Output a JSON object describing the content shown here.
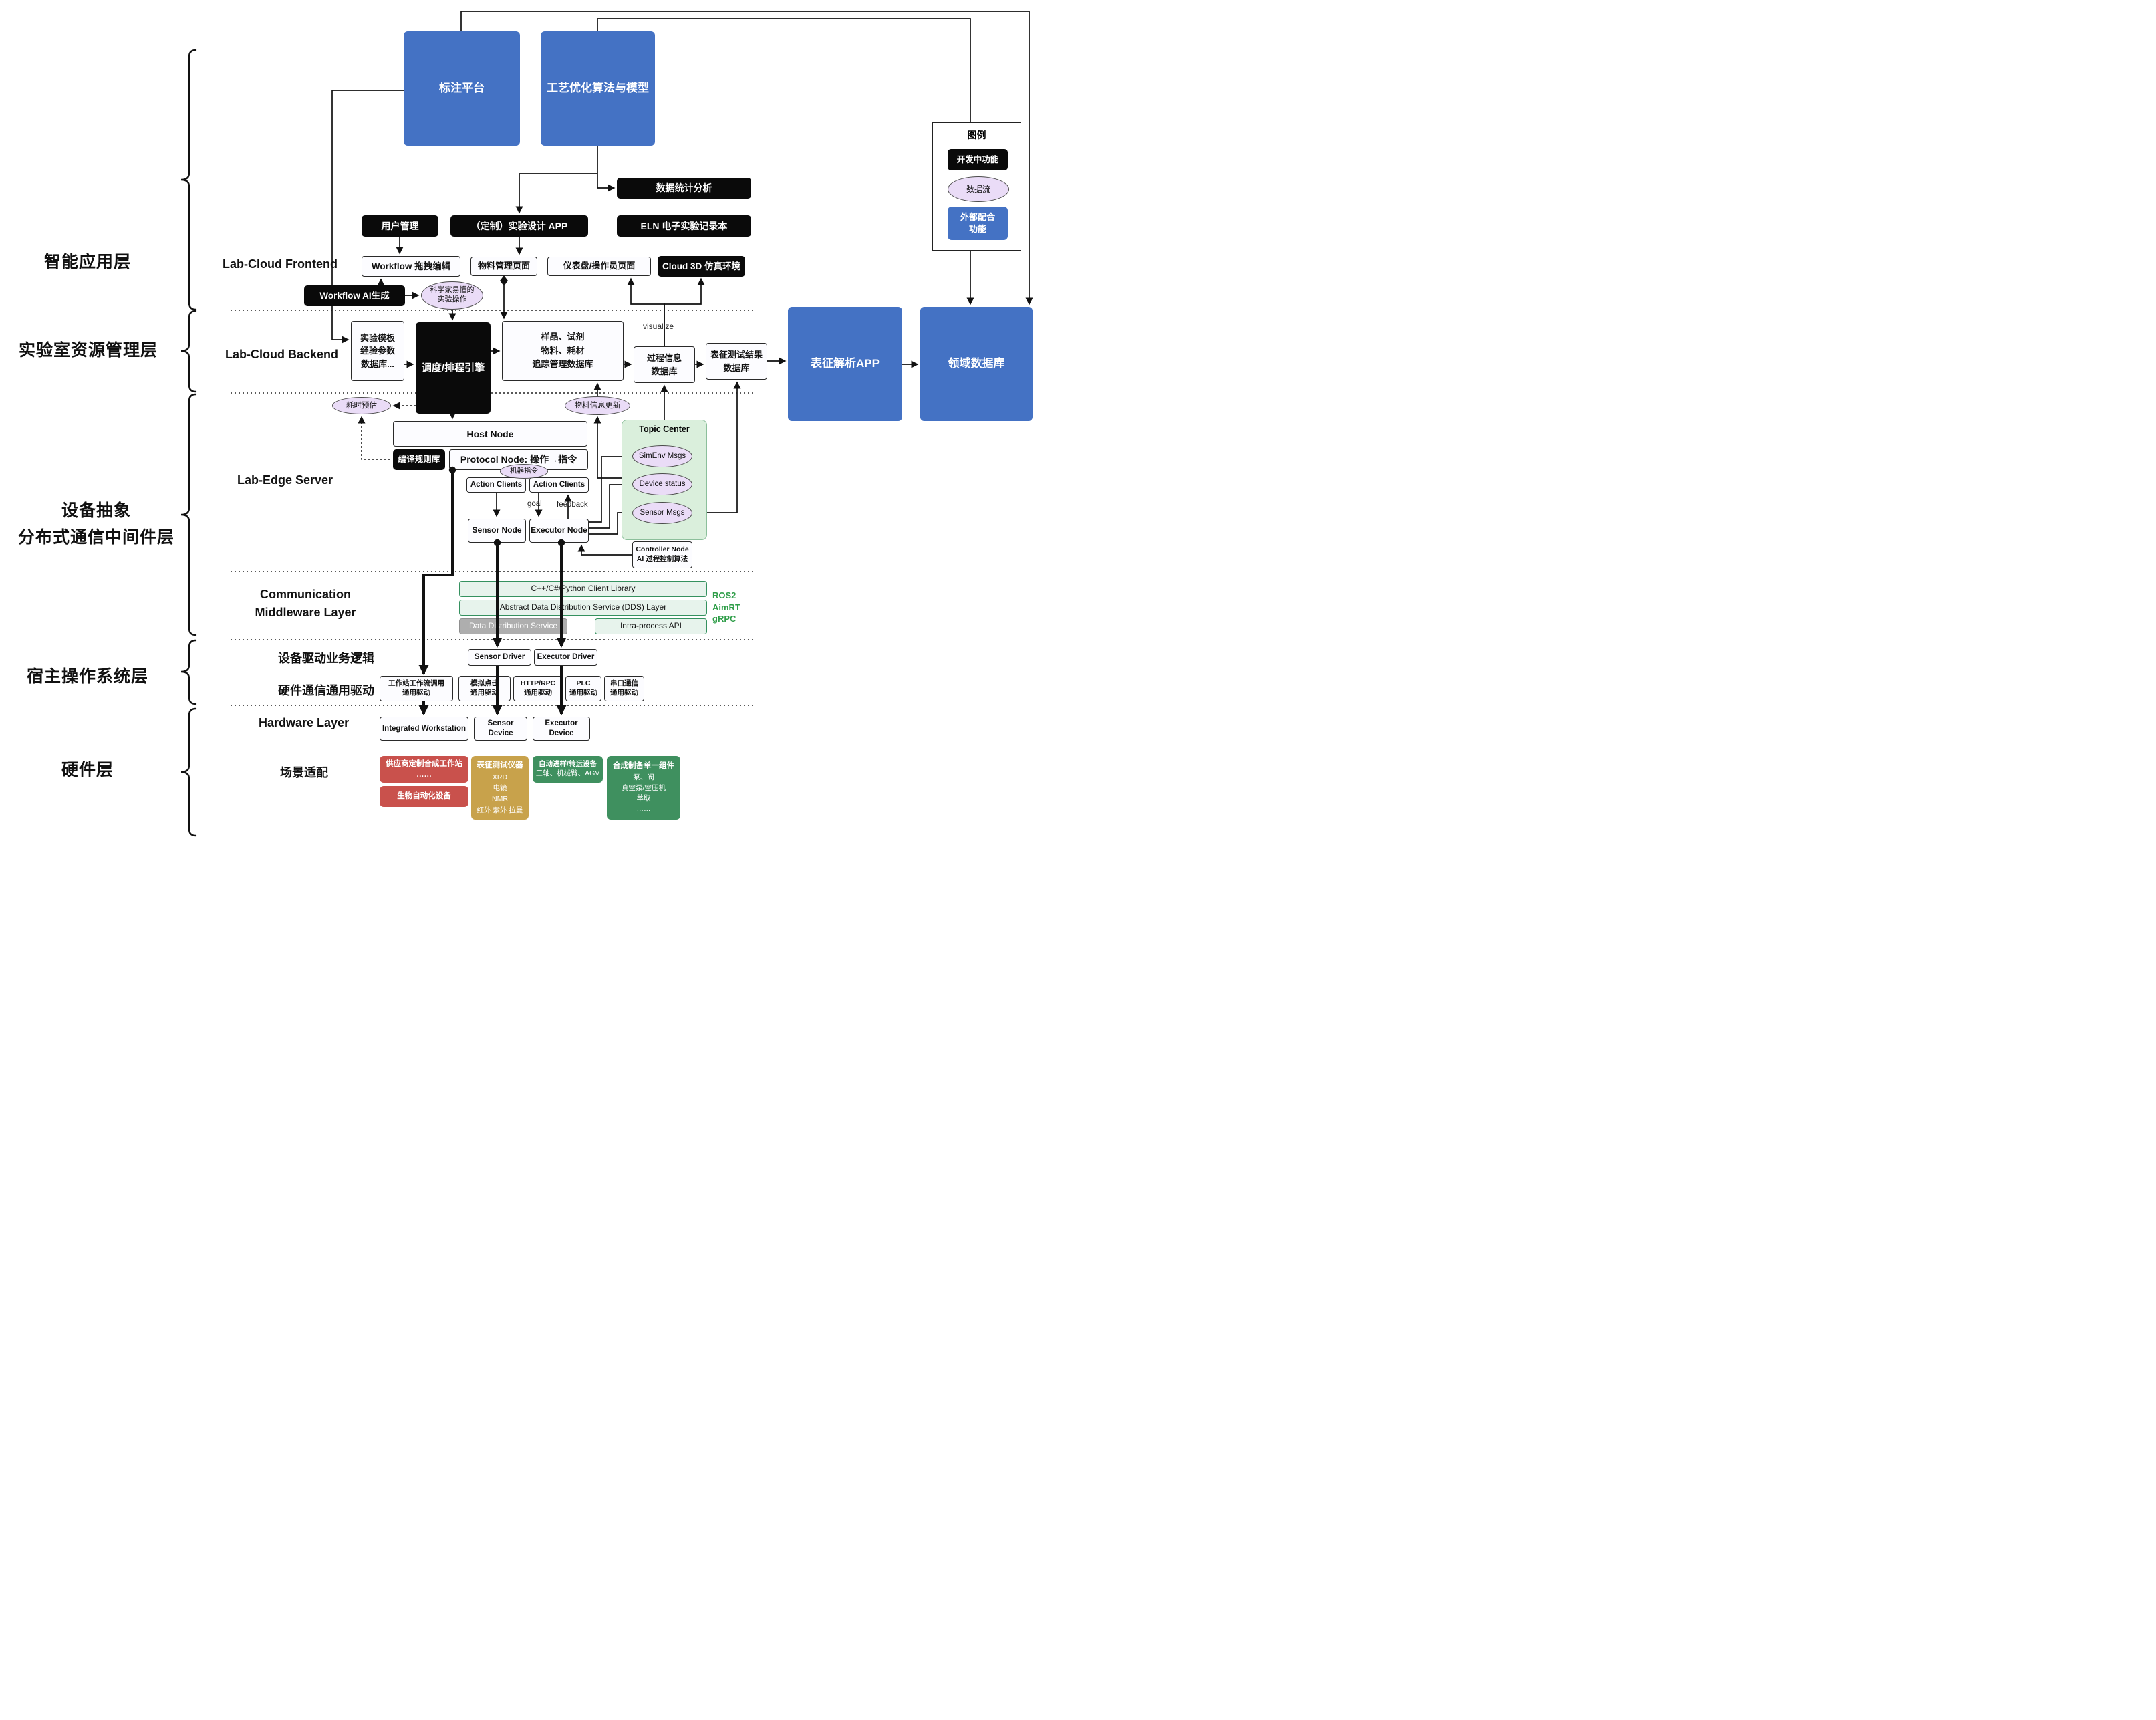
{
  "colors": {
    "blue": "#4472c4",
    "ink": "#0a0a0a",
    "purple": "#eadcf7",
    "green_fill": "#e7f3ec",
    "green_border": "#35915f",
    "topic_fill": "#daefdc",
    "gray": "#aeaeae",
    "red": "#c9514c",
    "tan": "#c8a24b",
    "green": "#3f905f",
    "stack_green": "#2f9e49"
  },
  "layers": {
    "intelligent": "智能应用层",
    "lab_resource": "实验室资源管理层",
    "device_abstraction": "设备抽象\n分布式通信中间件层",
    "host_os": "宿主操作系统层",
    "hardware": "硬件层"
  },
  "sections": {
    "frontend": "Lab-Cloud Frontend",
    "backend": "Lab-Cloud Backend",
    "edge": "Lab-Edge Server",
    "middleware": "Communication\nMiddleware Layer",
    "driver_logic": "设备驱动业务逻辑",
    "hw_comm": "硬件通信通用驱动",
    "hardware": "Hardware Layer",
    "scene": "场景适配"
  },
  "top": {
    "annotation": "标注平台",
    "process_opt": "工艺优化算法与模型"
  },
  "app": {
    "data_stats": "数据统计分析",
    "user_mgmt": "用户管理",
    "custom_app": "（定制）实验设计 APP",
    "eln": "ELN 电子实验记录本",
    "workflow_editor": "Workflow 拖拽编辑",
    "material_page": "物料管理页面",
    "dashboard": "仪表盘/操作员页面",
    "cloud3d": "Cloud 3D 仿真环境",
    "workflow_ai": "Workflow AI生成",
    "sci_ops": "科学家易懂的\n实验操作"
  },
  "backend": {
    "template_db": "实验模板\n经验参数\n数据库...",
    "scheduler": "调度/排程引擎",
    "sample_db": "样品、试剂\n物料、耗材\n追踪管理数据库",
    "process_db": "过程信息\n数据库",
    "result_db": "表征测试结果\n数据库",
    "char_app": "表征解析APP",
    "domain_db": "领域数据库",
    "visualize": "visualize"
  },
  "edge": {
    "time_estimate": "耗时预估",
    "material_update": "物料信息更新",
    "host_node": "Host Node",
    "compile_rules": "编译规则库",
    "protocol_node": "Protocol Node: 操作→指令",
    "machine_cmd": "机器指令",
    "action_clients": "Action Clients",
    "goal": "goal",
    "feedback": "feedback",
    "sensor_node": "Sensor Node",
    "executor_node": "Executor Node",
    "topic_center": "Topic Center",
    "simenv": "SimEnv Msgs",
    "device_status": "Device status",
    "sensor_msgs": "Sensor Msgs",
    "controller": "Controller Node\nAI 过程控制算法"
  },
  "mw": {
    "client_lib": "C++/C#/Python Client Library",
    "dds": "Abstract Data Distribution Service (DDS) Layer",
    "dds_service": "Data Distribution Service",
    "intra": "Intra-process API",
    "stack": "ROS2\nAimRT\ngRPC"
  },
  "drivers": {
    "sensor": "Sensor Driver",
    "executor": "Executor Driver",
    "workstation": "工作站工作流调用\n通用驱动",
    "sim_click": "模拟点击\n通用驱动",
    "http": "HTTP/RPC\n通用驱动",
    "plc": "PLC\n通用驱动",
    "serial": "串口通信\n通用驱动"
  },
  "hw": {
    "integrated": "Integrated Workstation",
    "sensor": "Sensor Device",
    "executor": "Executor Device",
    "vendor": "供应商定制合成工作站\n……",
    "bio": "生物自动化设备",
    "char_title": "表征测试仪器",
    "char_body": "XRD\n电镜\nNMR\n红外 紫外 拉曼",
    "transfer_title": "自动进样/转运设备",
    "transfer_body": "三轴、机械臂、AGV",
    "synth_title": "合成制备单一组件",
    "synth_body": "泵、阀\n真空泵/空压机\n萃取\n……"
  },
  "legend": {
    "title": "图例",
    "dev": "开发中功能",
    "flow": "数据流",
    "external": "外部配合\n功能"
  }
}
